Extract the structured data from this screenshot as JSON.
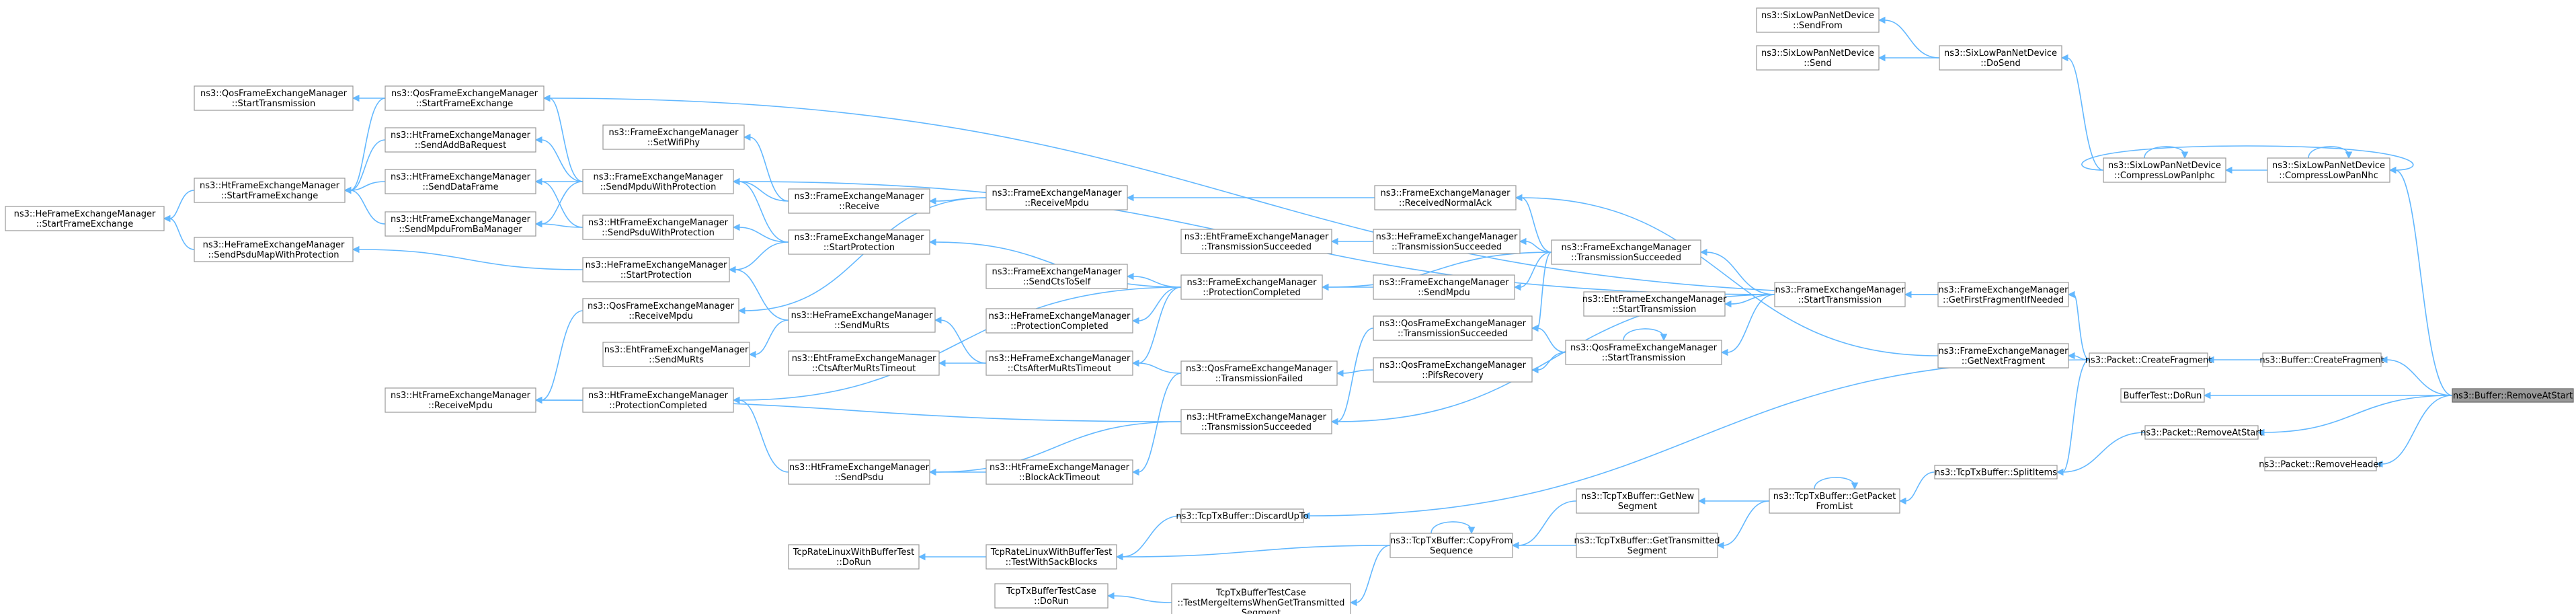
{
  "diagram": {
    "type": "doxygen-caller-graph",
    "root": "remove_at_start",
    "nodes": [
      {
        "id": "remove_at_start",
        "lines": [
          "ns3::Buffer::RemoveAtStart"
        ]
      },
      {
        "id": "buffer_create_fragment",
        "lines": [
          "ns3::Buffer::CreateFragment"
        ]
      },
      {
        "id": "buffertest_dorun",
        "lines": [
          "BufferTest::DoRun"
        ]
      },
      {
        "id": "packet_remove_at_start",
        "lines": [
          "ns3::Packet::RemoveAtStart"
        ]
      },
      {
        "id": "packet_remove_header",
        "lines": [
          "ns3::Packet::RemoveHeader"
        ]
      },
      {
        "id": "sixlowpan_compress_nhc",
        "lines": [
          "ns3::SixLowPanNetDevice",
          "::CompressLowPanNhc"
        ]
      },
      {
        "id": "sixlowpan_compress_iphc",
        "lines": [
          "ns3::SixLowPanNetDevice",
          "::CompressLowPanIphc"
        ]
      },
      {
        "id": "sixlowpan_dosend",
        "lines": [
          "ns3::SixLowPanNetDevice",
          "::DoSend"
        ]
      },
      {
        "id": "sixlowpan_sendfrom",
        "lines": [
          "ns3::SixLowPanNetDevice",
          "::SendFrom"
        ]
      },
      {
        "id": "sixlowpan_send",
        "lines": [
          "ns3::SixLowPanNetDevice",
          "::Send"
        ]
      },
      {
        "id": "packet_create_fragment",
        "lines": [
          "ns3::Packet::CreateFragment"
        ]
      },
      {
        "id": "tcptxbuffer_splititems",
        "lines": [
          "ns3::TcpTxBuffer::SplitItems"
        ]
      },
      {
        "id": "fem_get_first_fragment",
        "lines": [
          "ns3::FrameExchangeManager",
          "::GetFirstFragmentIfNeeded"
        ]
      },
      {
        "id": "fem_get_next_fragment",
        "lines": [
          "ns3::FrameExchangeManager",
          "::GetNextFragment"
        ]
      },
      {
        "id": "fem_start_transmission",
        "lines": [
          "ns3::FrameExchangeManager",
          "::StartTransmission"
        ]
      },
      {
        "id": "eht_start_transmission",
        "lines": [
          "ns3::EhtFrameExchangeManager",
          "::StartTransmission"
        ]
      },
      {
        "id": "qos_start_transmission",
        "lines": [
          "ns3::QosFrameExchangeManager",
          "::StartTransmission"
        ]
      },
      {
        "id": "fem_transmission_succeeded",
        "lines": [
          "ns3::FrameExchangeManager",
          "::TransmissionSucceeded"
        ]
      },
      {
        "id": "fem_received_normal_ack",
        "lines": [
          "ns3::FrameExchangeManager",
          "::ReceivedNormalAck"
        ]
      },
      {
        "id": "he_transmission_succeeded",
        "lines": [
          "ns3::HeFrameExchangeManager",
          "::TransmissionSucceeded"
        ]
      },
      {
        "id": "fem_send_mpdu",
        "lines": [
          "ns3::FrameExchangeManager",
          "::SendMpdu"
        ]
      },
      {
        "id": "qos_transmission_succeeded",
        "lines": [
          "ns3::QosFrameExchangeManager",
          "::TransmissionSucceeded"
        ]
      },
      {
        "id": "qos_pifs_recovery",
        "lines": [
          "ns3::QosFrameExchangeManager",
          "::PifsRecovery"
        ]
      },
      {
        "id": "fem_receive_mpdu",
        "lines": [
          "ns3::FrameExchangeManager",
          "::ReceiveMpdu"
        ]
      },
      {
        "id": "eht_transmission_succeeded",
        "lines": [
          "ns3::EhtFrameExchangeManager",
          "::TransmissionSucceeded"
        ]
      },
      {
        "id": "fem_protection_completed",
        "lines": [
          "ns3::FrameExchangeManager",
          "::ProtectionCompleted"
        ]
      },
      {
        "id": "qos_transmission_failed",
        "lines": [
          "ns3::QosFrameExchangeManager",
          "::TransmissionFailed"
        ]
      },
      {
        "id": "ht_transmission_succeeded",
        "lines": [
          "ns3::HtFrameExchangeManager",
          "::TransmissionSucceeded"
        ]
      },
      {
        "id": "tcptxbuffer_discard_up_to",
        "lines": [
          "ns3::TcpTxBuffer::DiscardUpTo"
        ]
      },
      {
        "id": "tcptxbuffer_copy_from_sequence",
        "lines": [
          "ns3::TcpTxBuffer::CopyFrom",
          "Sequence"
        ]
      },
      {
        "id": "tcptxbuffer_get_new_segment",
        "lines": [
          "ns3::TcpTxBuffer::GetNew",
          "Segment"
        ]
      },
      {
        "id": "tcptxbuffer_get_transmitted_segment",
        "lines": [
          "ns3::TcpTxBuffer::GetTransmitted",
          "Segment"
        ]
      },
      {
        "id": "tcptxbuffer_get_packet_from_list",
        "lines": [
          "ns3::TcpTxBuffer::GetPacket",
          "FromList"
        ]
      },
      {
        "id": "fem_receive",
        "lines": [
          "ns3::FrameExchangeManager",
          "::Receive"
        ]
      },
      {
        "id": "fem_set_wifi_phy",
        "lines": [
          "ns3::FrameExchangeManager",
          "::SetWifiPhy"
        ]
      },
      {
        "id": "fem_start_protection",
        "lines": [
          "ns3::FrameExchangeManager",
          "::StartProtection"
        ]
      },
      {
        "id": "fem_send_cts_to_self",
        "lines": [
          "ns3::FrameExchangeManager",
          "::SendCtsToSelf"
        ]
      },
      {
        "id": "he_protection_completed",
        "lines": [
          "ns3::HeFrameExchangeManager",
          "::ProtectionCompleted"
        ]
      },
      {
        "id": "he_cts_after_mu_rts_timeout",
        "lines": [
          "ns3::HeFrameExchangeManager",
          "::CtsAfterMuRtsTimeout"
        ]
      },
      {
        "id": "eht_cts_after_mu_rts_timeout",
        "lines": [
          "ns3::EhtFrameExchangeManager",
          "::CtsAfterMuRtsTimeout"
        ]
      },
      {
        "id": "he_send_mu_rts",
        "lines": [
          "ns3::HeFrameExchangeManager",
          "::SendMuRts"
        ]
      },
      {
        "id": "eht_send_mu_rts",
        "lines": [
          "ns3::EhtFrameExchangeManager",
          "::SendMuRts"
        ]
      },
      {
        "id": "ht_block_ack_timeout",
        "lines": [
          "ns3::HtFrameExchangeManager",
          "::BlockAckTimeout"
        ]
      },
      {
        "id": "ht_send_psdu",
        "lines": [
          "ns3::HtFrameExchangeManager",
          "::SendPsdu"
        ]
      },
      {
        "id": "tcprate_test_with_sack_blocks",
        "lines": [
          "TcpRateLinuxWithBufferTest",
          "::TestWithSackBlocks"
        ]
      },
      {
        "id": "tcprate_dorun",
        "lines": [
          "TcpRateLinuxWithBufferTest",
          "::DoRun"
        ]
      },
      {
        "id": "tcptxbuffertestcase_test_merge",
        "lines": [
          "TcpTxBufferTestCase",
          "::TestMergeItemsWhenGetTransmitted",
          "Segment"
        ]
      },
      {
        "id": "tcptxbuffertestcase_dorun",
        "lines": [
          "TcpTxBufferTestCase",
          "::DoRun"
        ]
      },
      {
        "id": "qos_start_frame_exchange",
        "lines": [
          "ns3::QosFrameExchangeManager",
          "::StartFrameExchange"
        ]
      },
      {
        "id": "qos_start_transmission_left",
        "lines": [
          "ns3::QosFrameExchangeManager",
          "::StartTransmission"
        ]
      },
      {
        "id": "ht_send_add_ba_request",
        "lines": [
          "ns3::HtFrameExchangeManager",
          "::SendAddBaRequest"
        ]
      },
      {
        "id": "fem_send_mpdu_with_protection",
        "lines": [
          "ns3::FrameExchangeManager",
          "::SendMpduWithProtection"
        ]
      },
      {
        "id": "ht_send_data_frame",
        "lines": [
          "ns3::HtFrameExchangeManager",
          "::SendDataFrame"
        ]
      },
      {
        "id": "ht_send_mpdu_from_ba_manager",
        "lines": [
          "ns3::HtFrameExchangeManager",
          "::SendMpduFromBaManager"
        ]
      },
      {
        "id": "ht_send_psdu_with_protection",
        "lines": [
          "ns3::HtFrameExchangeManager",
          "::SendPsduWithProtection"
        ]
      },
      {
        "id": "he_start_protection",
        "lines": [
          "ns3::HeFrameExchangeManager",
          "::StartProtection"
        ]
      },
      {
        "id": "qos_receive_mpdu",
        "lines": [
          "ns3::QosFrameExchangeManager",
          "::ReceiveMpdu"
        ]
      },
      {
        "id": "ht_protection_completed",
        "lines": [
          "ns3::HtFrameExchangeManager",
          "::ProtectionCompleted"
        ]
      },
      {
        "id": "ht_receive_mpdu",
        "lines": [
          "ns3::HtFrameExchangeManager",
          "::ReceiveMpdu"
        ]
      },
      {
        "id": "ht_start_frame_exchange",
        "lines": [
          "ns3::HtFrameExchangeManager",
          "::StartFrameExchange"
        ]
      },
      {
        "id": "he_send_psdu_map_with_protection",
        "lines": [
          "ns3::HeFrameExchangeManager",
          "::SendPsduMapWithProtection"
        ]
      },
      {
        "id": "he_start_frame_exchange",
        "lines": [
          "ns3::HeFrameExchangeManager",
          "::StartFrameExchange"
        ]
      }
    ],
    "edges": [
      [
        "buffer_create_fragment",
        "remove_at_start"
      ],
      [
        "buffertest_dorun",
        "remove_at_start"
      ],
      [
        "packet_remove_at_start",
        "remove_at_start"
      ],
      [
        "packet_remove_header",
        "remove_at_start"
      ],
      [
        "sixlowpan_compress_nhc",
        "remove_at_start"
      ],
      [
        "packet_create_fragment",
        "buffer_create_fragment"
      ],
      [
        "tcptxbuffer_splititems",
        "packet_remove_at_start"
      ],
      [
        "sixlowpan_compress_iphc",
        "sixlowpan_compress_nhc"
      ],
      [
        "sixlowpan_compress_nhc",
        "sixlowpan_compress_iphc"
      ],
      [
        "sixlowpan_compress_nhc",
        "sixlowpan_compress_nhc"
      ],
      [
        "sixlowpan_compress_iphc",
        "sixlowpan_compress_iphc"
      ],
      [
        "sixlowpan_dosend",
        "sixlowpan_compress_iphc"
      ],
      [
        "sixlowpan_sendfrom",
        "sixlowpan_dosend"
      ],
      [
        "sixlowpan_send",
        "sixlowpan_dosend"
      ],
      [
        "fem_get_first_fragment",
        "packet_create_fragment"
      ],
      [
        "fem_get_next_fragment",
        "packet_create_fragment"
      ],
      [
        "tcptxbuffer_splititems",
        "packet_create_fragment"
      ],
      [
        "tcptxbuffer_discard_up_to",
        "packet_create_fragment"
      ],
      [
        "tcptxbuffer_get_packet_from_list",
        "tcptxbuffer_splititems"
      ],
      [
        "fem_start_transmission",
        "fem_get_first_fragment"
      ],
      [
        "qos_start_frame_exchange",
        "fem_get_first_fragment"
      ],
      [
        "fem_received_normal_ack",
        "fem_get_next_fragment"
      ],
      [
        "eht_start_transmission",
        "fem_start_transmission"
      ],
      [
        "qos_start_transmission",
        "fem_start_transmission"
      ],
      [
        "fem_transmission_succeeded",
        "fem_start_transmission"
      ],
      [
        "ht_transmission_succeeded",
        "fem_start_transmission"
      ],
      [
        "fem_send_mpdu_with_protection",
        "fem_start_transmission"
      ],
      [
        "qos_start_transmission",
        "qos_start_transmission"
      ],
      [
        "qos_transmission_succeeded",
        "qos_start_transmission"
      ],
      [
        "qos_pifs_recovery",
        "qos_start_transmission"
      ],
      [
        "fem_received_normal_ack",
        "fem_transmission_succeeded"
      ],
      [
        "he_transmission_succeeded",
        "fem_transmission_succeeded"
      ],
      [
        "fem_send_mpdu",
        "fem_transmission_succeeded"
      ],
      [
        "qos_transmission_succeeded",
        "fem_transmission_succeeded"
      ],
      [
        "fem_protection_completed",
        "fem_transmission_succeeded"
      ],
      [
        "fem_receive_mpdu",
        "fem_received_normal_ack"
      ],
      [
        "eht_transmission_succeeded",
        "he_transmission_succeeded"
      ],
      [
        "fem_protection_completed",
        "fem_send_mpdu"
      ],
      [
        "qos_transmission_failed",
        "qos_pifs_recovery"
      ],
      [
        "ht_transmission_succeeded",
        "qos_transmission_succeeded"
      ],
      [
        "fem_receive",
        "fem_receive_mpdu"
      ],
      [
        "qos_receive_mpdu",
        "fem_receive_mpdu"
      ],
      [
        "fem_start_protection",
        "fem_protection_completed"
      ],
      [
        "fem_send_cts_to_self",
        "fem_protection_completed"
      ],
      [
        "he_protection_completed",
        "fem_protection_completed"
      ],
      [
        "he_cts_after_mu_rts_timeout",
        "fem_protection_completed"
      ],
      [
        "ht_protection_completed",
        "fem_protection_completed"
      ],
      [
        "he_cts_after_mu_rts_timeout",
        "qos_transmission_failed"
      ],
      [
        "ht_block_ack_timeout",
        "qos_transmission_failed"
      ],
      [
        "ht_receive_mpdu",
        "ht_transmission_succeeded"
      ],
      [
        "ht_send_psdu",
        "ht_transmission_succeeded"
      ],
      [
        "tcprate_test_with_sack_blocks",
        "tcptxbuffer_discard_up_to"
      ],
      [
        "tcptxbuffer_copy_from_sequence",
        "tcptxbuffer_get_new_segment"
      ],
      [
        "tcptxbuffer_copy_from_sequence",
        "tcptxbuffer_get_transmitted_segment"
      ],
      [
        "tcptxbuffer_copy_from_sequence",
        "tcptxbuffer_copy_from_sequence"
      ],
      [
        "tcprate_test_with_sack_blocks",
        "tcptxbuffer_copy_from_sequence"
      ],
      [
        "tcptxbuffertestcase_test_merge",
        "tcptxbuffer_copy_from_sequence"
      ],
      [
        "tcptxbuffer_get_new_segment",
        "tcptxbuffer_get_packet_from_list"
      ],
      [
        "tcptxbuffer_get_transmitted_segment",
        "tcptxbuffer_get_packet_from_list"
      ],
      [
        "tcptxbuffer_get_packet_from_list",
        "tcptxbuffer_get_packet_from_list"
      ],
      [
        "fem_send_mpdu_with_protection",
        "fem_receive"
      ],
      [
        "fem_set_wifi_phy",
        "fem_receive"
      ],
      [
        "fem_send_mpdu_with_protection",
        "fem_start_protection"
      ],
      [
        "ht_send_psdu_with_protection",
        "fem_start_protection"
      ],
      [
        "he_start_protection",
        "fem_start_protection"
      ],
      [
        "eht_cts_after_mu_rts_timeout",
        "he_cts_after_mu_rts_timeout"
      ],
      [
        "he_send_mu_rts",
        "he_cts_after_mu_rts_timeout"
      ],
      [
        "he_start_protection",
        "he_send_mu_rts"
      ],
      [
        "eht_send_mu_rts",
        "he_send_mu_rts"
      ],
      [
        "ht_send_psdu",
        "ht_block_ack_timeout"
      ],
      [
        "ht_protection_completed",
        "ht_send_psdu"
      ],
      [
        "tcprate_dorun",
        "tcprate_test_with_sack_blocks"
      ],
      [
        "tcptxbuffertestcase_dorun",
        "tcptxbuffertestcase_test_merge"
      ],
      [
        "qos_start_transmission_left",
        "qos_start_frame_exchange"
      ],
      [
        "ht_start_frame_exchange",
        "qos_start_frame_exchange"
      ],
      [
        "ht_send_add_ba_request",
        "fem_send_mpdu_with_protection"
      ],
      [
        "ht_send_data_frame",
        "fem_send_mpdu_with_protection"
      ],
      [
        "ht_send_mpdu_from_ba_manager",
        "fem_send_mpdu_with_protection"
      ],
      [
        "qos_start_frame_exchange",
        "fem_send_mpdu_with_protection"
      ],
      [
        "ht_send_data_frame",
        "ht_send_psdu_with_protection"
      ],
      [
        "ht_send_mpdu_from_ba_manager",
        "ht_send_psdu_with_protection"
      ],
      [
        "he_send_psdu_map_with_protection",
        "he_start_protection"
      ],
      [
        "ht_receive_mpdu",
        "qos_receive_mpdu"
      ],
      [
        "ht_receive_mpdu",
        "ht_protection_completed"
      ],
      [
        "ht_start_frame_exchange",
        "ht_send_add_ba_request"
      ],
      [
        "ht_start_frame_exchange",
        "ht_send_data_frame"
      ],
      [
        "ht_start_frame_exchange",
        "ht_send_mpdu_from_ba_manager"
      ],
      [
        "he_start_frame_exchange",
        "ht_start_frame_exchange"
      ],
      [
        "he_start_frame_exchange",
        "he_send_psdu_map_with_protection"
      ]
    ]
  }
}
